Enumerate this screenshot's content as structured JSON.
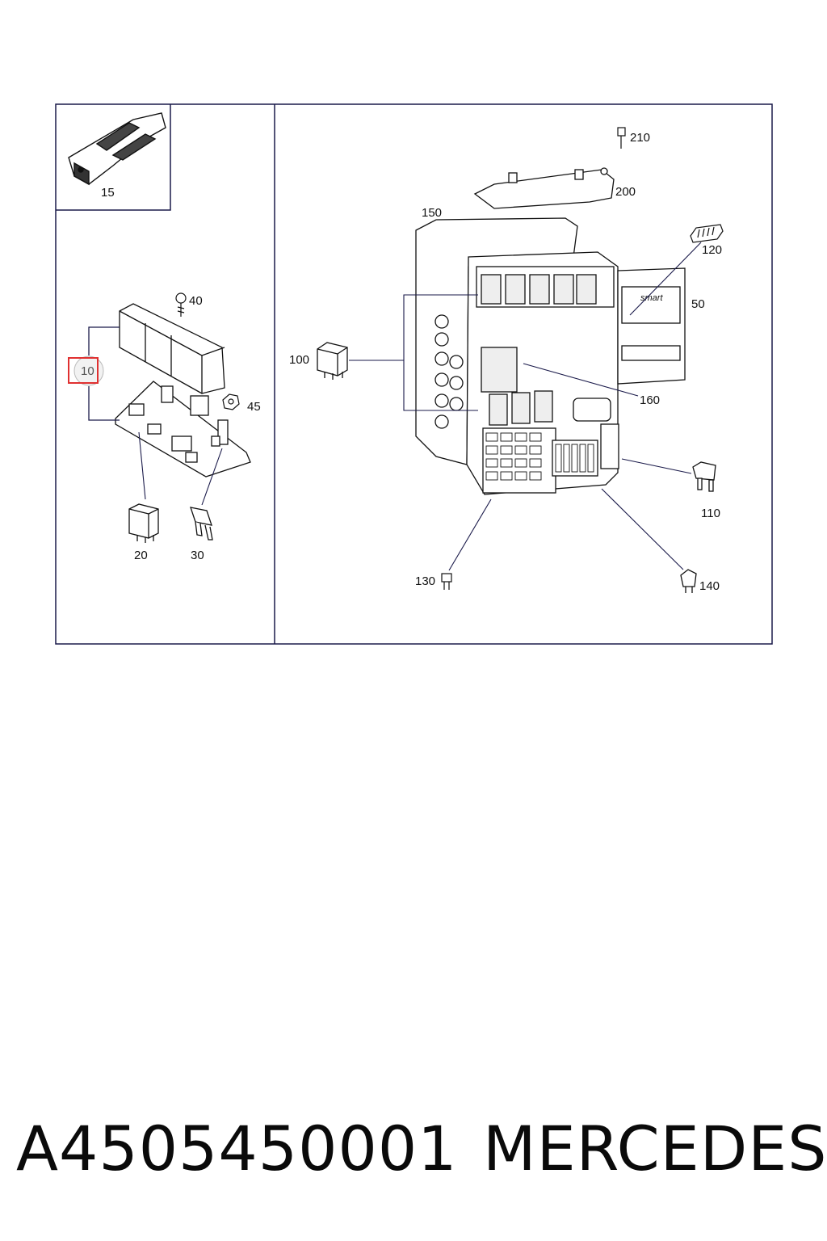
{
  "diagram": {
    "callouts": {
      "c15": "15",
      "c40": "40",
      "c10": "10",
      "c45": "45",
      "c20": "20",
      "c30": "30",
      "c210": "210",
      "c200": "200",
      "c150": "150",
      "c120": "120",
      "c50": "50",
      "c100": "100",
      "c160": "160",
      "c110": "110",
      "c130": "130",
      "c140": "140"
    },
    "logo_text": "smart",
    "highlight_color": "#e03030",
    "frame_color": "#1a1a4a"
  },
  "footer": {
    "part_number": "A4505450001",
    "brand": "MERCEDES"
  }
}
